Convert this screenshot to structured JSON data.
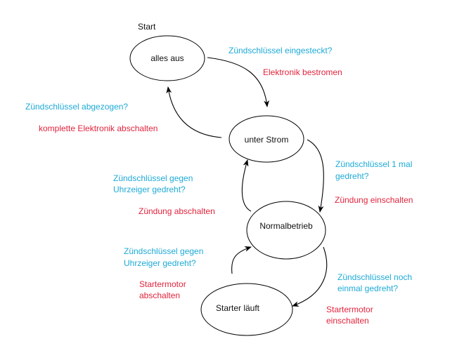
{
  "start_label": "Start",
  "states": {
    "alles_aus": "alles aus",
    "unter_strom": "unter Strom",
    "normalbetrieb": "Normalbetrieb",
    "starter_laeuft": "Starter läuft"
  },
  "transitions": {
    "aus_to_strom": {
      "condition": "Zündschlüssel eingesteckt?",
      "action": "Elektronik bestromen"
    },
    "strom_to_aus": {
      "condition": "Zündschlüssel abgezogen?",
      "action": "komplette Elektronik abschalten"
    },
    "strom_to_normal": {
      "condition": [
        "Zündschlüssel 1 mal",
        "gedreht?"
      ],
      "action": "Zündung einschalten"
    },
    "normal_to_strom": {
      "condition": [
        "Zündschlüssel gegen",
        "Uhrzeiger gedreht?"
      ],
      "action": "Zündung abschalten"
    },
    "normal_to_starter": {
      "condition": [
        "Zündschlüssel noch",
        "einmal gedreht?"
      ],
      "action": [
        "Startermotor",
        "einschalten"
      ]
    },
    "starter_to_normal": {
      "condition": [
        "Zündschlüssel gegen",
        "Uhrzeiger gedreht?"
      ],
      "action": [
        "Startermotor",
        "abschalten"
      ]
    }
  },
  "colors": {
    "condition": "#1eaad6",
    "action": "#e2233c"
  }
}
